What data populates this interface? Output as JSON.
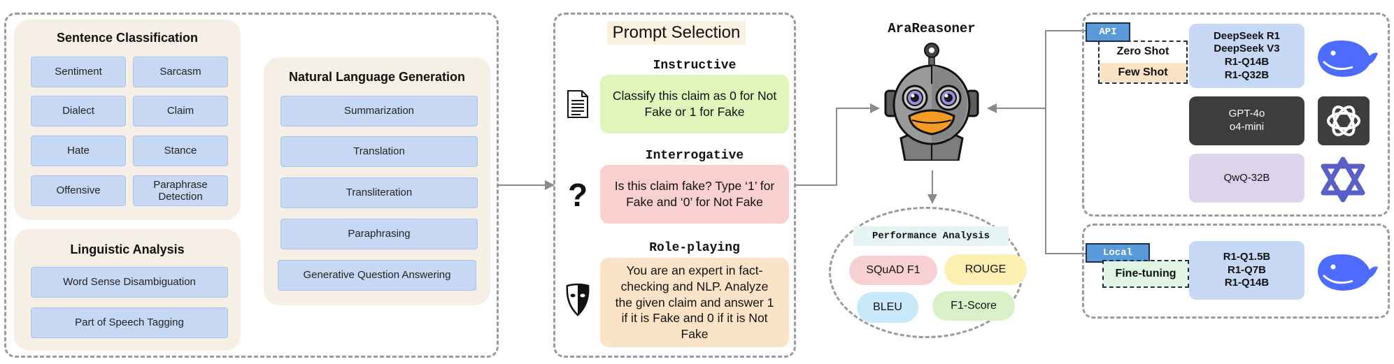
{
  "tasks_panel": {
    "sentence_classification": {
      "title": "Sentence Classification",
      "items": [
        "Sentiment",
        "Sarcasm",
        "Dialect",
        "Claim",
        "Hate",
        "Stance",
        "Offensive",
        "Paraphrase Detection"
      ]
    },
    "linguistic_analysis": {
      "title": "Linguistic Analysis",
      "items": [
        "Word Sense Disambiguation",
        "Part of Speech Tagging"
      ]
    },
    "nlg": {
      "title": "Natural Language Generation",
      "items": [
        "Summarization",
        "Translation",
        "Transliteration",
        "Paraphrasing",
        "Generative Question Answering"
      ]
    }
  },
  "prompt_selection": {
    "title": "Prompt Selection",
    "prompts": [
      {
        "name": "Instructive",
        "text": "Classify this claim as 0 for Not Fake or 1 for Fake",
        "color": "#e0f5b9",
        "icon": "document-icon"
      },
      {
        "name": "Interrogative",
        "text": "Is this claim fake? Type ‘1’ for Fake and ‘0’ for Not Fake",
        "color": "#f8d0d0",
        "icon": "question-mark-icon"
      },
      {
        "name": "Role-playing",
        "text": "You are an expert in fact-checking and NLP. Analyze the given claim and answer 1 if it is Fake and 0 if it is Not Fake",
        "color": "#fbe3c8",
        "icon": "theater-mask-icon"
      }
    ]
  },
  "reasoner": {
    "title": "AraReasoner",
    "icon": "robot-duck-icon"
  },
  "performance": {
    "title": "Performance Analysis",
    "metrics": [
      {
        "label": "SQuAD F1",
        "color": "#f8cfd3"
      },
      {
        "label": "ROUGE",
        "color": "#fbefb2"
      },
      {
        "label": "BLEU",
        "color": "#c9e9fb"
      },
      {
        "label": "F1-Score",
        "color": "#d8f1c9"
      }
    ]
  },
  "models": {
    "api": {
      "tag": "API",
      "shots": [
        "Zero Shot",
        "Few Shot"
      ],
      "deepseek": [
        "DeepSeek R1",
        "DeepSeek V3",
        "R1-Q14B",
        "R1-Q32B"
      ],
      "openai": [
        "GPT-4o",
        "o4-mini"
      ],
      "qwen": [
        "QwQ-32B"
      ]
    },
    "local": {
      "tag": "Local",
      "method": "Fine-tuning",
      "deepseek": [
        "R1-Q1.5B",
        "R1-Q7B",
        "R1-Q14B"
      ]
    },
    "icons": [
      "deepseek-whale-icon",
      "openai-logo-icon",
      "qwen-logo-icon",
      "deepseek-whale-icon"
    ]
  }
}
